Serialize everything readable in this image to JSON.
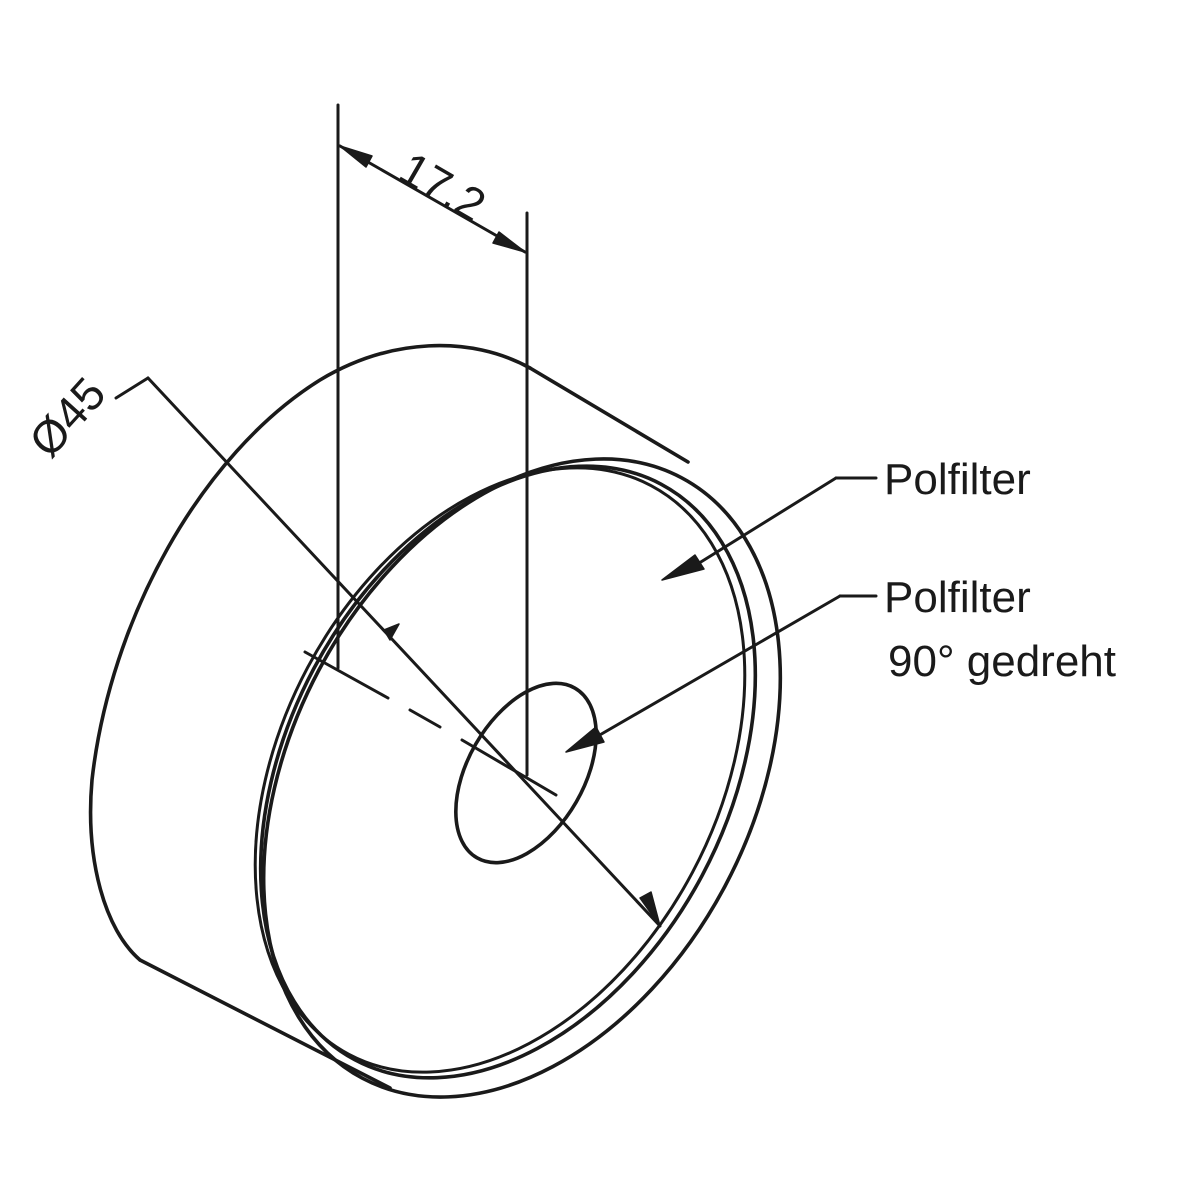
{
  "dimensions": {
    "thickness_label": "17.2",
    "diameter_label": "Ø45"
  },
  "labels": {
    "outer_filter": "Polfilter",
    "inner_filter_line1": "Polfilter",
    "inner_filter_line2": "90° gedreht"
  },
  "colors": {
    "line": "#1a1a1a",
    "background": "#ffffff"
  }
}
